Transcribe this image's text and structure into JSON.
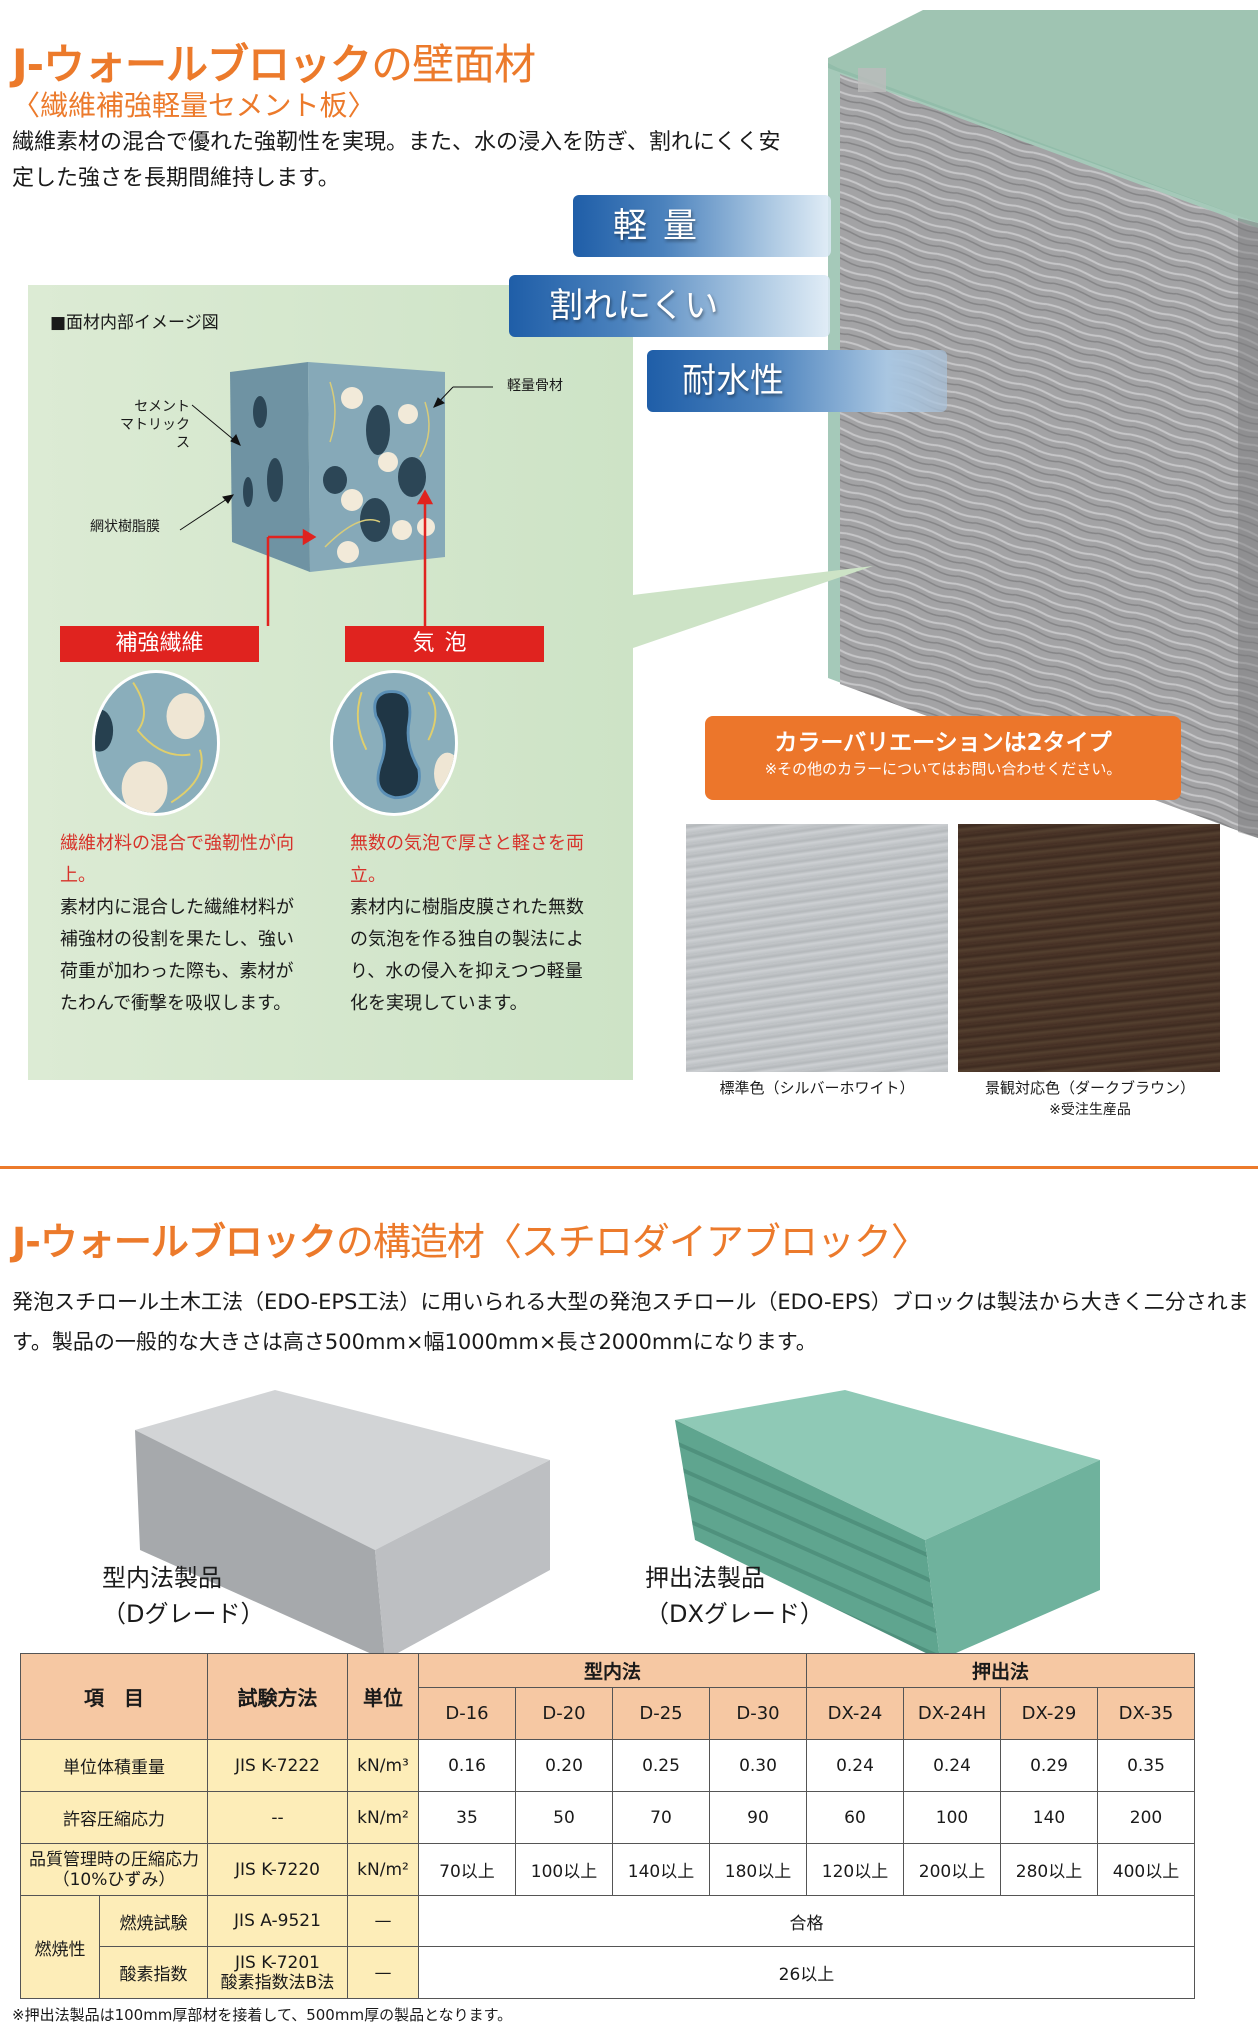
{
  "section1": {
    "title_bold": "J-ウォールブロック",
    "title_rest": "の壁面材",
    "subtitle": "〈繊維補強軽量セメント板〉",
    "intro": "繊維素材の混合で優れた強靭性を実現。また、水の浸入を防ぎ、割れにくく安定した強さを長期間維持します。",
    "badges": [
      "軽量",
      "割れにくい",
      "耐水性"
    ],
    "diagram": {
      "caption": "■面材内部イメージ図",
      "labels": {
        "cement_matrix": "セメント\nマトリックス",
        "resin_film": "網状樹脂膜",
        "lightweight_aggregate": "軽量骨材"
      },
      "tags": [
        "補強繊維",
        "気泡"
      ],
      "descriptions": [
        {
          "highlight": "繊維材料の混合で強靭性が向上。",
          "body": "素材内に混合した繊維材料が補強材の役割を果たし、強い荷重が加わった際も、素材がたわんで衝撃を吸収します。"
        },
        {
          "highlight": "無数の気泡で厚さと軽さを両立。",
          "body": "素材内に樹脂皮膜された無数の気泡を作る独自の製法により、水の侵入を抑えつつ軽量化を実現しています。"
        }
      ]
    },
    "color_variation": {
      "heading": "カラーバリエーションは2タイプ",
      "note": "※その他のカラーについてはお問い合わせください。",
      "swatches": [
        {
          "label": "標準色（シルバーホワイト）",
          "note": "",
          "color": "#c0c3c6"
        },
        {
          "label": "景観対応色（ダークブラウン）",
          "note": "※受注生産品",
          "color": "#4a3427"
        }
      ]
    }
  },
  "section2": {
    "title_bold": "J-ウォールブロック",
    "title_rest": "の構造材〈スチロダイアブロック〉",
    "intro": "発泡スチロール土木工法（EDO-EPS工法）に用いられる大型の発泡スチロール（EDO-EPS）ブロックは製法から大きく二分されます。製品の一般的な大きさは高さ500mm×幅1000mm×長さ2000mmになります。",
    "products": [
      {
        "name": "型内法製品",
        "grade": "（Dグレード）"
      },
      {
        "name": "押出法製品",
        "grade": "（DXグレード）"
      }
    ],
    "table": {
      "headers": {
        "item": "項　目",
        "method": "試験方法",
        "unit": "単位",
        "group1": "型内法",
        "group2": "押出法",
        "grades": [
          "D-16",
          "D-20",
          "D-25",
          "D-30",
          "DX-24",
          "DX-24H",
          "DX-29",
          "DX-35"
        ]
      },
      "rows": [
        {
          "item": "単位体積重量",
          "method": "JIS K-7222",
          "unit": "kN/m³",
          "values": [
            "0.16",
            "0.20",
            "0.25",
            "0.30",
            "0.24",
            "0.24",
            "0.29",
            "0.35"
          ]
        },
        {
          "item": "許容圧縮応力",
          "method": "--",
          "unit": "kN/m²",
          "values": [
            "35",
            "50",
            "70",
            "90",
            "60",
            "100",
            "140",
            "200"
          ]
        },
        {
          "item": "品質管理時の圧縮応力",
          "item_sub": "（10%ひずみ）",
          "method": "JIS K-7220",
          "unit": "kN/m²",
          "values": [
            "70以上",
            "100以上",
            "140以上",
            "180以上",
            "120以上",
            "200以上",
            "280以上",
            "400以上"
          ]
        }
      ],
      "combustion": {
        "group": "燃焼性",
        "rows": [
          {
            "item": "燃焼試験",
            "method": "JIS A-9521",
            "method_sub": "",
            "unit": "—",
            "value": "合格"
          },
          {
            "item": "酸素指数",
            "method": "JIS K-7201",
            "method_sub": "酸素指数法B法",
            "unit": "—",
            "value": "26以上"
          }
        ]
      }
    },
    "footnote": "※押出法製品は100mm厚部材を接着して、500mm厚の製品となります。"
  },
  "colors": {
    "accent_orange": "#ec7a2b",
    "badge_blue": "#1f5ea8",
    "tag_red": "#e0231f",
    "diagram_green": "#d3e6cc",
    "table_header": "#f6c8a3",
    "table_label": "#fdedb8"
  }
}
